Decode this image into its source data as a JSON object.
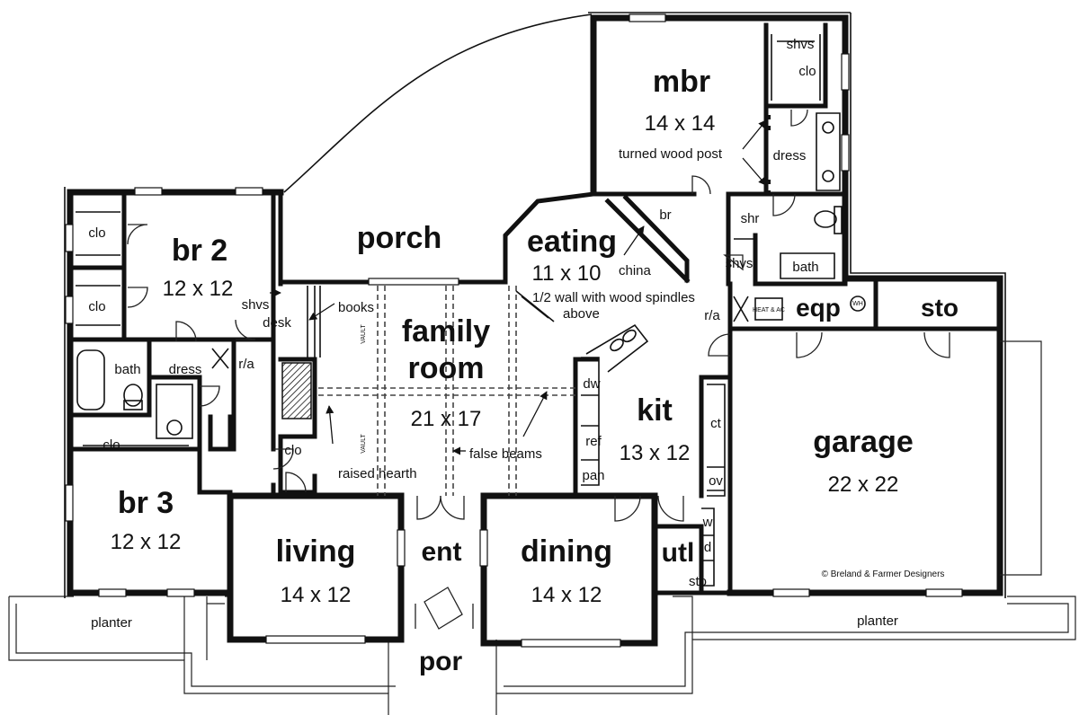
{
  "rooms": {
    "mbr": {
      "name": "mbr",
      "dim": "14 x 14"
    },
    "br2": {
      "name": "br 2",
      "dim": "12 x 12"
    },
    "br3": {
      "name": "br 3",
      "dim": "12 x 12"
    },
    "porch": {
      "name": "porch"
    },
    "eating": {
      "name": "eating",
      "dim": "11 x 10"
    },
    "family": {
      "name1": "family",
      "name2": "room",
      "dim": "21 x 17"
    },
    "kit": {
      "name": "kit",
      "dim": "13 x 12"
    },
    "garage": {
      "name": "garage",
      "dim": "22 x 22"
    },
    "eqp": {
      "name": "eqp"
    },
    "sto": {
      "name": "sto"
    },
    "living": {
      "name": "living",
      "dim": "14 x 12"
    },
    "ent": {
      "name": "ent"
    },
    "dining": {
      "name": "dining",
      "dim": "14 x 12"
    },
    "utl": {
      "name": "utl"
    },
    "por": {
      "name": "por"
    }
  },
  "labels": {
    "clo": "clo",
    "shvs": "shvs",
    "dress": "dress",
    "bath": "bath",
    "shr": "shr",
    "br": "br",
    "turned_wood_post": "turned wood post",
    "china": "china",
    "half_wall_1": "1/2 wall with wood spindles",
    "half_wall_2": "above",
    "books": "books",
    "desk": "desk",
    "ra": "r/a",
    "raised_hearth": "raised hearth",
    "false_beams": "false beams",
    "dw": "dw",
    "ref": "ref",
    "pan": "pan",
    "ct": "ct",
    "ov": "ov",
    "w": "w",
    "d": "d",
    "sto_small": "sto",
    "planter": "planter",
    "vault": "VAULT",
    "heat_ac": "HEAT & AC",
    "wh": "WH"
  },
  "copyright": "© Breland & Farmer Designers"
}
